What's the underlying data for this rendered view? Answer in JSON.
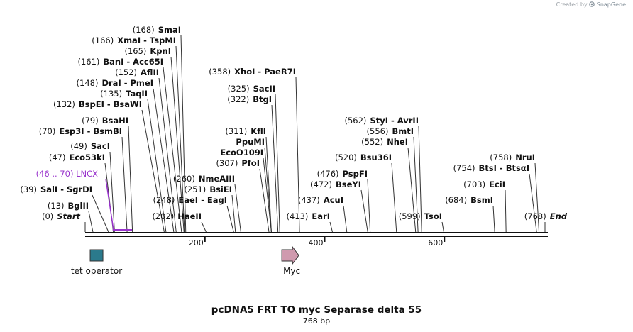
{
  "credit": {
    "text": "Created by",
    "brand": "SnapGene"
  },
  "title": "pcDNA5 FRT TO myc Separase delta 55",
  "length_label": "768 bp",
  "axis": {
    "ticks": [
      {
        "value": 200,
        "label": "200"
      },
      {
        "value": 400,
        "label": "400"
      },
      {
        "value": 600,
        "label": "600"
      }
    ]
  },
  "sites": [
    {
      "pos": 0,
      "pos_label": "(0)",
      "name": "Start",
      "italic": true
    },
    {
      "pos": 13,
      "pos_label": "(13)",
      "name": "BglII"
    },
    {
      "pos": 39,
      "pos_label": "(39)",
      "name": "SalI  - SgrDI"
    },
    {
      "pos": 47,
      "pos_label": "(47)",
      "name": "Eco53kI"
    },
    {
      "pos": 49,
      "pos_label": "(49)",
      "name": "SacI"
    },
    {
      "pos": 70,
      "pos_label": "(70)",
      "name": "Esp3I  - BsmBI"
    },
    {
      "pos": 79,
      "pos_label": "(79)",
      "name": "BsaHI"
    },
    {
      "pos": 132,
      "pos_label": "(132)",
      "name": "BspEI  - BsaWI"
    },
    {
      "pos": 135,
      "pos_label": "(135)",
      "name": "TaqII"
    },
    {
      "pos": 148,
      "pos_label": "(148)",
      "name": "DraI  - PmeI"
    },
    {
      "pos": 152,
      "pos_label": "(152)",
      "name": "AflII"
    },
    {
      "pos": 161,
      "pos_label": "(161)",
      "name": "BanI  - Acc65I"
    },
    {
      "pos": 165,
      "pos_label": "(165)",
      "name": "KpnI"
    },
    {
      "pos": 166,
      "pos_label": "(166)",
      "name": "XmaI  - TspMI"
    },
    {
      "pos": 168,
      "pos_label": "(168)",
      "name": "SmaI"
    },
    {
      "pos": 202,
      "pos_label": "(202)",
      "name": "HaeII"
    },
    {
      "pos": 248,
      "pos_label": "(248)",
      "name": "EaeI  - EagI"
    },
    {
      "pos": 251,
      "pos_label": "(251)",
      "name": "BsiEI"
    },
    {
      "pos": 260,
      "pos_label": "(260)",
      "name": "NmeAIII"
    },
    {
      "pos": 307,
      "pos_label": "(307)",
      "name": "PfoI"
    },
    {
      "pos": 311,
      "pos_label": "(311)",
      "name": "KflI"
    },
    {
      "pos": 311,
      "pos_label": "",
      "name": "PpuMI"
    },
    {
      "pos": 311,
      "pos_label": "",
      "name": "EcoO109I"
    },
    {
      "pos": 322,
      "pos_label": "(322)",
      "name": "BtgI"
    },
    {
      "pos": 325,
      "pos_label": "(325)",
      "name": "SacII"
    },
    {
      "pos": 358,
      "pos_label": "(358)",
      "name": "XhoI  - PaeR7I"
    },
    {
      "pos": 413,
      "pos_label": "(413)",
      "name": "EarI"
    },
    {
      "pos": 437,
      "pos_label": "(437)",
      "name": "AcuI"
    },
    {
      "pos": 472,
      "pos_label": "(472)",
      "name": "BseYI"
    },
    {
      "pos": 476,
      "pos_label": "(476)",
      "name": "PspFI"
    },
    {
      "pos": 520,
      "pos_label": "(520)",
      "name": "Bsu36I"
    },
    {
      "pos": 552,
      "pos_label": "(552)",
      "name": "NheI"
    },
    {
      "pos": 556,
      "pos_label": "(556)",
      "name": "BmtI"
    },
    {
      "pos": 562,
      "pos_label": "(562)",
      "name": "StyI  - AvrII"
    },
    {
      "pos": 599,
      "pos_label": "(599)",
      "name": "TsoI"
    },
    {
      "pos": 684,
      "pos_label": "(684)",
      "name": "BsmI"
    },
    {
      "pos": 703,
      "pos_label": "(703)",
      "name": "EciI"
    },
    {
      "pos": 754,
      "pos_label": "(754)",
      "name": "BtsI  - BtsαI"
    },
    {
      "pos": 758,
      "pos_label": "(758)",
      "name": "NruI"
    },
    {
      "pos": 768,
      "pos_label": "(768)",
      "name": "End",
      "italic": true
    }
  ],
  "primer": {
    "label": "(46 .. 70)  LNCX",
    "start": 46,
    "end": 70,
    "color": "#9933cc"
  },
  "features": [
    {
      "name": "tet operator",
      "pos": 19,
      "shape": "box",
      "color": "#2b7a8c"
    },
    {
      "name": "Myc",
      "pos": 345,
      "shape": "arrow",
      "color": "#cf9aae"
    }
  ]
}
